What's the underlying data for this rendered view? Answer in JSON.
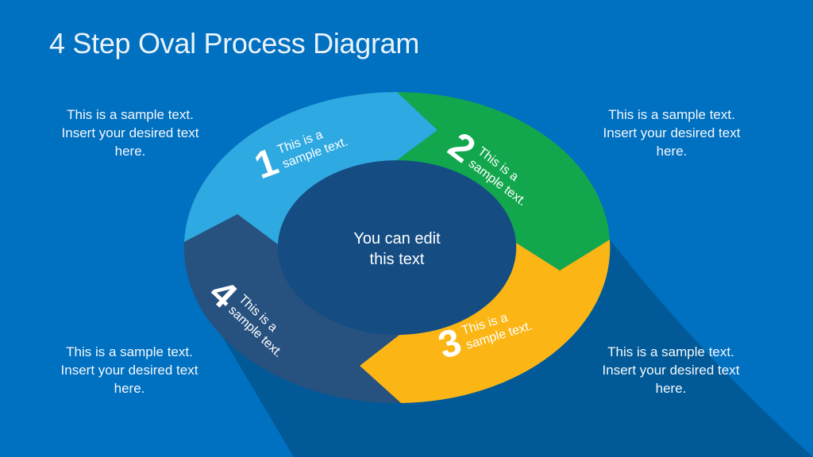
{
  "title": {
    "text": "4 Step Oval Process Diagram",
    "color": "#EAF3FB"
  },
  "colors": {
    "background": "#0070C0",
    "shadow": "#015A97",
    "center_ellipse": "#154D83",
    "label_text": "#FFFFFF"
  },
  "center_label": {
    "text": "You can edit\nthis text"
  },
  "steps": [
    {
      "number": "1",
      "label": "This is a\nsample text.",
      "color": "#2FA9E1"
    },
    {
      "number": "2",
      "label": "This is a\nsample text.",
      "color": "#12A74D"
    },
    {
      "number": "3",
      "label": "This is a\nsample text.",
      "color": "#FBB616"
    },
    {
      "number": "4",
      "label": "This is a\nsample text.",
      "color": "#27517F"
    }
  ],
  "corner_notes": [
    {
      "position": "top-left",
      "text": "This is a sample text.\nInsert your desired text\nhere."
    },
    {
      "position": "top-right",
      "text": "This is a sample text.\nInsert your desired text\nhere."
    },
    {
      "position": "bottom-left",
      "text": "This is a sample text.\nInsert your desired text\nhere."
    },
    {
      "position": "bottom-right",
      "text": "This is a sample text.\nInsert your desired text\nhere."
    }
  ]
}
